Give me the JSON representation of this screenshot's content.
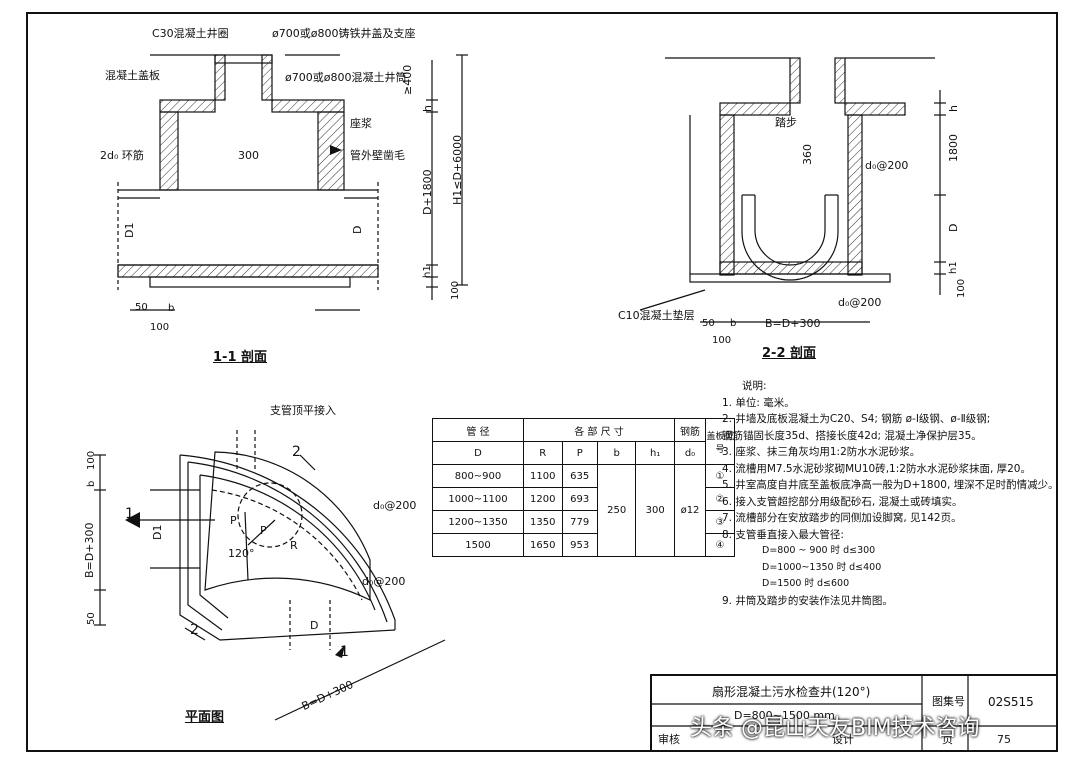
{
  "section11": {
    "title": "1-1 剖面",
    "labels": {
      "c30_ring": "C30混凝土井圈",
      "cover_seat": "ø700或ø800铸铁井盖及支座",
      "cover_slab": "混凝土盖板",
      "shaft": "ø700或ø800混凝土井筒",
      "mortar": "座浆",
      "ring_bar": "2d₀ 环筋",
      "pipe_roughen": "管外壁凿毛",
      "dim_300": "300",
      "dim_400": "≥400",
      "dim_h1": "H1≤D+6000",
      "dim_d1800": "D+1800",
      "dim_h": "h",
      "dim_ht": "h1",
      "dim_100": "100",
      "d1": "D1",
      "d": "D",
      "dim_50": "50",
      "dim_b": "b",
      "dim_100b": "100"
    }
  },
  "section22": {
    "title": "2-2 剖面",
    "labels": {
      "step": "踏步",
      "dim_360": "360",
      "bar200": "d₀@200",
      "bar200b": "d₀@200",
      "c10": "C10混凝土垫层",
      "width": "B=D+300",
      "dim_h": "h",
      "dim_1800": "1800",
      "dim_D": "D",
      "dim_h1": "h1",
      "dim_100": "100",
      "dim_50": "50",
      "dim_b": "b",
      "dim_100b": "100"
    }
  },
  "plan": {
    "title": "平面图",
    "labels": {
      "branch": "支管顶平接入",
      "bar_top": "d₀@200",
      "bar_bot": "d₀@200",
      "width": "B=D+300",
      "width2": "B=D+300",
      "angle": "120°",
      "d1": "D1",
      "d": "D",
      "p1": "P",
      "p2": "P",
      "r": "R",
      "dim_100": "100",
      "dim_b": "b",
      "dim_50": "50",
      "cut1": "1",
      "cut1b": "1",
      "cut2": "2",
      "cut2b": "2"
    }
  },
  "table": {
    "head_pipe": "管 径",
    "head_size": "各 部 尺 寸",
    "head_bar": "钢筋",
    "head_cover": "盖板型号",
    "sub": [
      "D",
      "R",
      "P",
      "b",
      "h₁",
      "d₀"
    ],
    "rows": [
      {
        "d": "800~900",
        "r": "1100",
        "p": "635",
        "type": "①"
      },
      {
        "d": "1000~1100",
        "r": "1200",
        "p": "693",
        "type": "②"
      },
      {
        "d": "1200~1350",
        "r": "1350",
        "p": "779",
        "type": "③"
      },
      {
        "d": "1500",
        "r": "1650",
        "p": "953",
        "type": "④"
      }
    ],
    "b": "250",
    "h1": "300",
    "d0": "ø12"
  },
  "notes": {
    "title": "说明:",
    "items": [
      "1. 单位: 毫米。",
      "2. 井墙及底板混凝土为C20、S4; 钢筋 ø-Ⅰ级钢、ø-Ⅱ级钢;",
      "    钢筋锚固长度35d、搭接长度42d; 混凝土净保护层35。",
      "3. 座浆、抹三角灰均用1:2防水水泥砂浆。",
      "4. 流槽用M7.5水泥砂浆砌MU10砖,1:2防水水泥砂浆抹面, 厚20。",
      "5. 井室高度自井底至盖板底净高一般为D+1800, 埋深不足时酌情减少。",
      "6. 接入支管超挖部分用级配砂石, 混凝土或砖填实。",
      "7. 流槽部分在安放踏步的同侧加设脚窝, 见142页。",
      "8. 支管垂直接入最大管径:",
      "          D=800 ~ 900  时 d≤300",
      "          D=1000~1350 时 d≤400",
      "          D=1500         时 d≤600",
      "9. 井筒及踏步的安装作法见井筒图。"
    ]
  },
  "title_block": {
    "name": "扇形混凝土污水检查井(120°)",
    "range": "D=800~1500 mm",
    "atlas_label": "图集号",
    "atlas_no": "02S515",
    "review": "审核",
    "page_label": "页",
    "page_no": "75",
    "design": "设计"
  },
  "watermark": "头条 @昆山天友BIM技术咨询"
}
